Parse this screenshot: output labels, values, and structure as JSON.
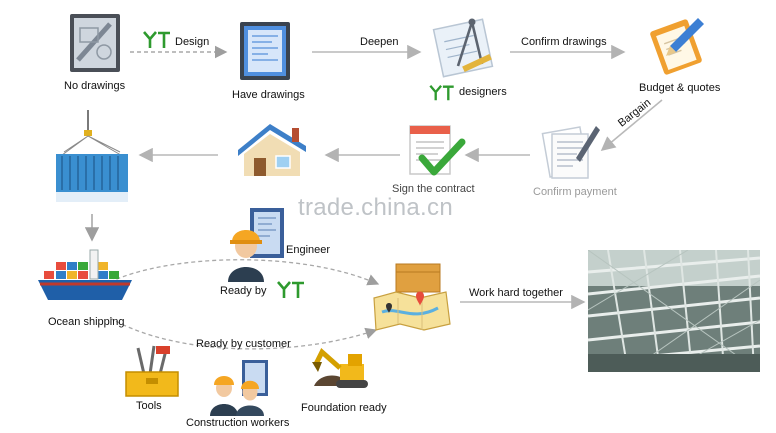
{
  "nodes": {
    "no_drawings": "No drawings",
    "have_drawings": "Have drawings",
    "designers": "designers",
    "budget_quotes": "Budget & quotes",
    "sign_contract": "Sign the contract",
    "confirm_payment": "Confirm payment",
    "ocean_shipping": "Ocean shipping",
    "engineer": "Engineer",
    "ready_by": "Ready by",
    "tools": "Tools",
    "construction_workers": "Construction workers",
    "foundation_ready": "Foundation ready"
  },
  "edges": {
    "design": "Design",
    "deepen": "Deepen",
    "confirm_drawings": "Confirm drawings",
    "bargain": "Bargain",
    "work_hard_together": "Work hard together",
    "ready_by_customer": "Ready by customer"
  },
  "watermark": "trade.china.cn",
  "colors": {
    "brand_green": "#2e9a2e",
    "arrow_gray": "#b9b9b9",
    "check_green": "#3aa83a",
    "container_blue": "#3a8fd0"
  }
}
